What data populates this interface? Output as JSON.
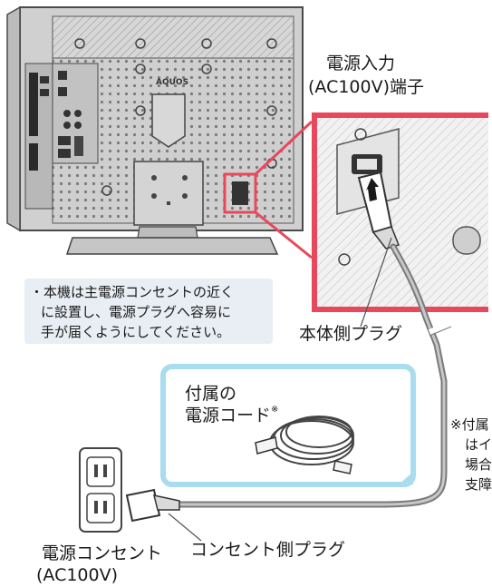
{
  "labels": {
    "power_input_line1": "電源入力",
    "power_input_line2": "(AC100V)端子",
    "body_plug": "本体側プラグ",
    "cord_line1": "付属の",
    "cord_line2": "電源コード",
    "cord_mark": "※",
    "outlet_line1": "電源コンセント",
    "outlet_line2": "(AC100V)",
    "outlet_plug": "コンセント側プラグ",
    "tv_brand": "AQUOS"
  },
  "note": {
    "line1": "・本機は主電源コンセントの近く",
    "line2": "に設置し、電源プラグへ容易に",
    "line3": "手が届くようにしてください。"
  },
  "side_note": {
    "line1": "※付属",
    "line2": "はイ",
    "line3": "場合",
    "line4": "支障"
  },
  "colors": {
    "highlight_frame": "#e8485c",
    "cord_frame": "#a9dcef",
    "note_bg": "#e9eef4",
    "cable": "#7a7a7a",
    "tv_body": "#c9c9c9"
  }
}
